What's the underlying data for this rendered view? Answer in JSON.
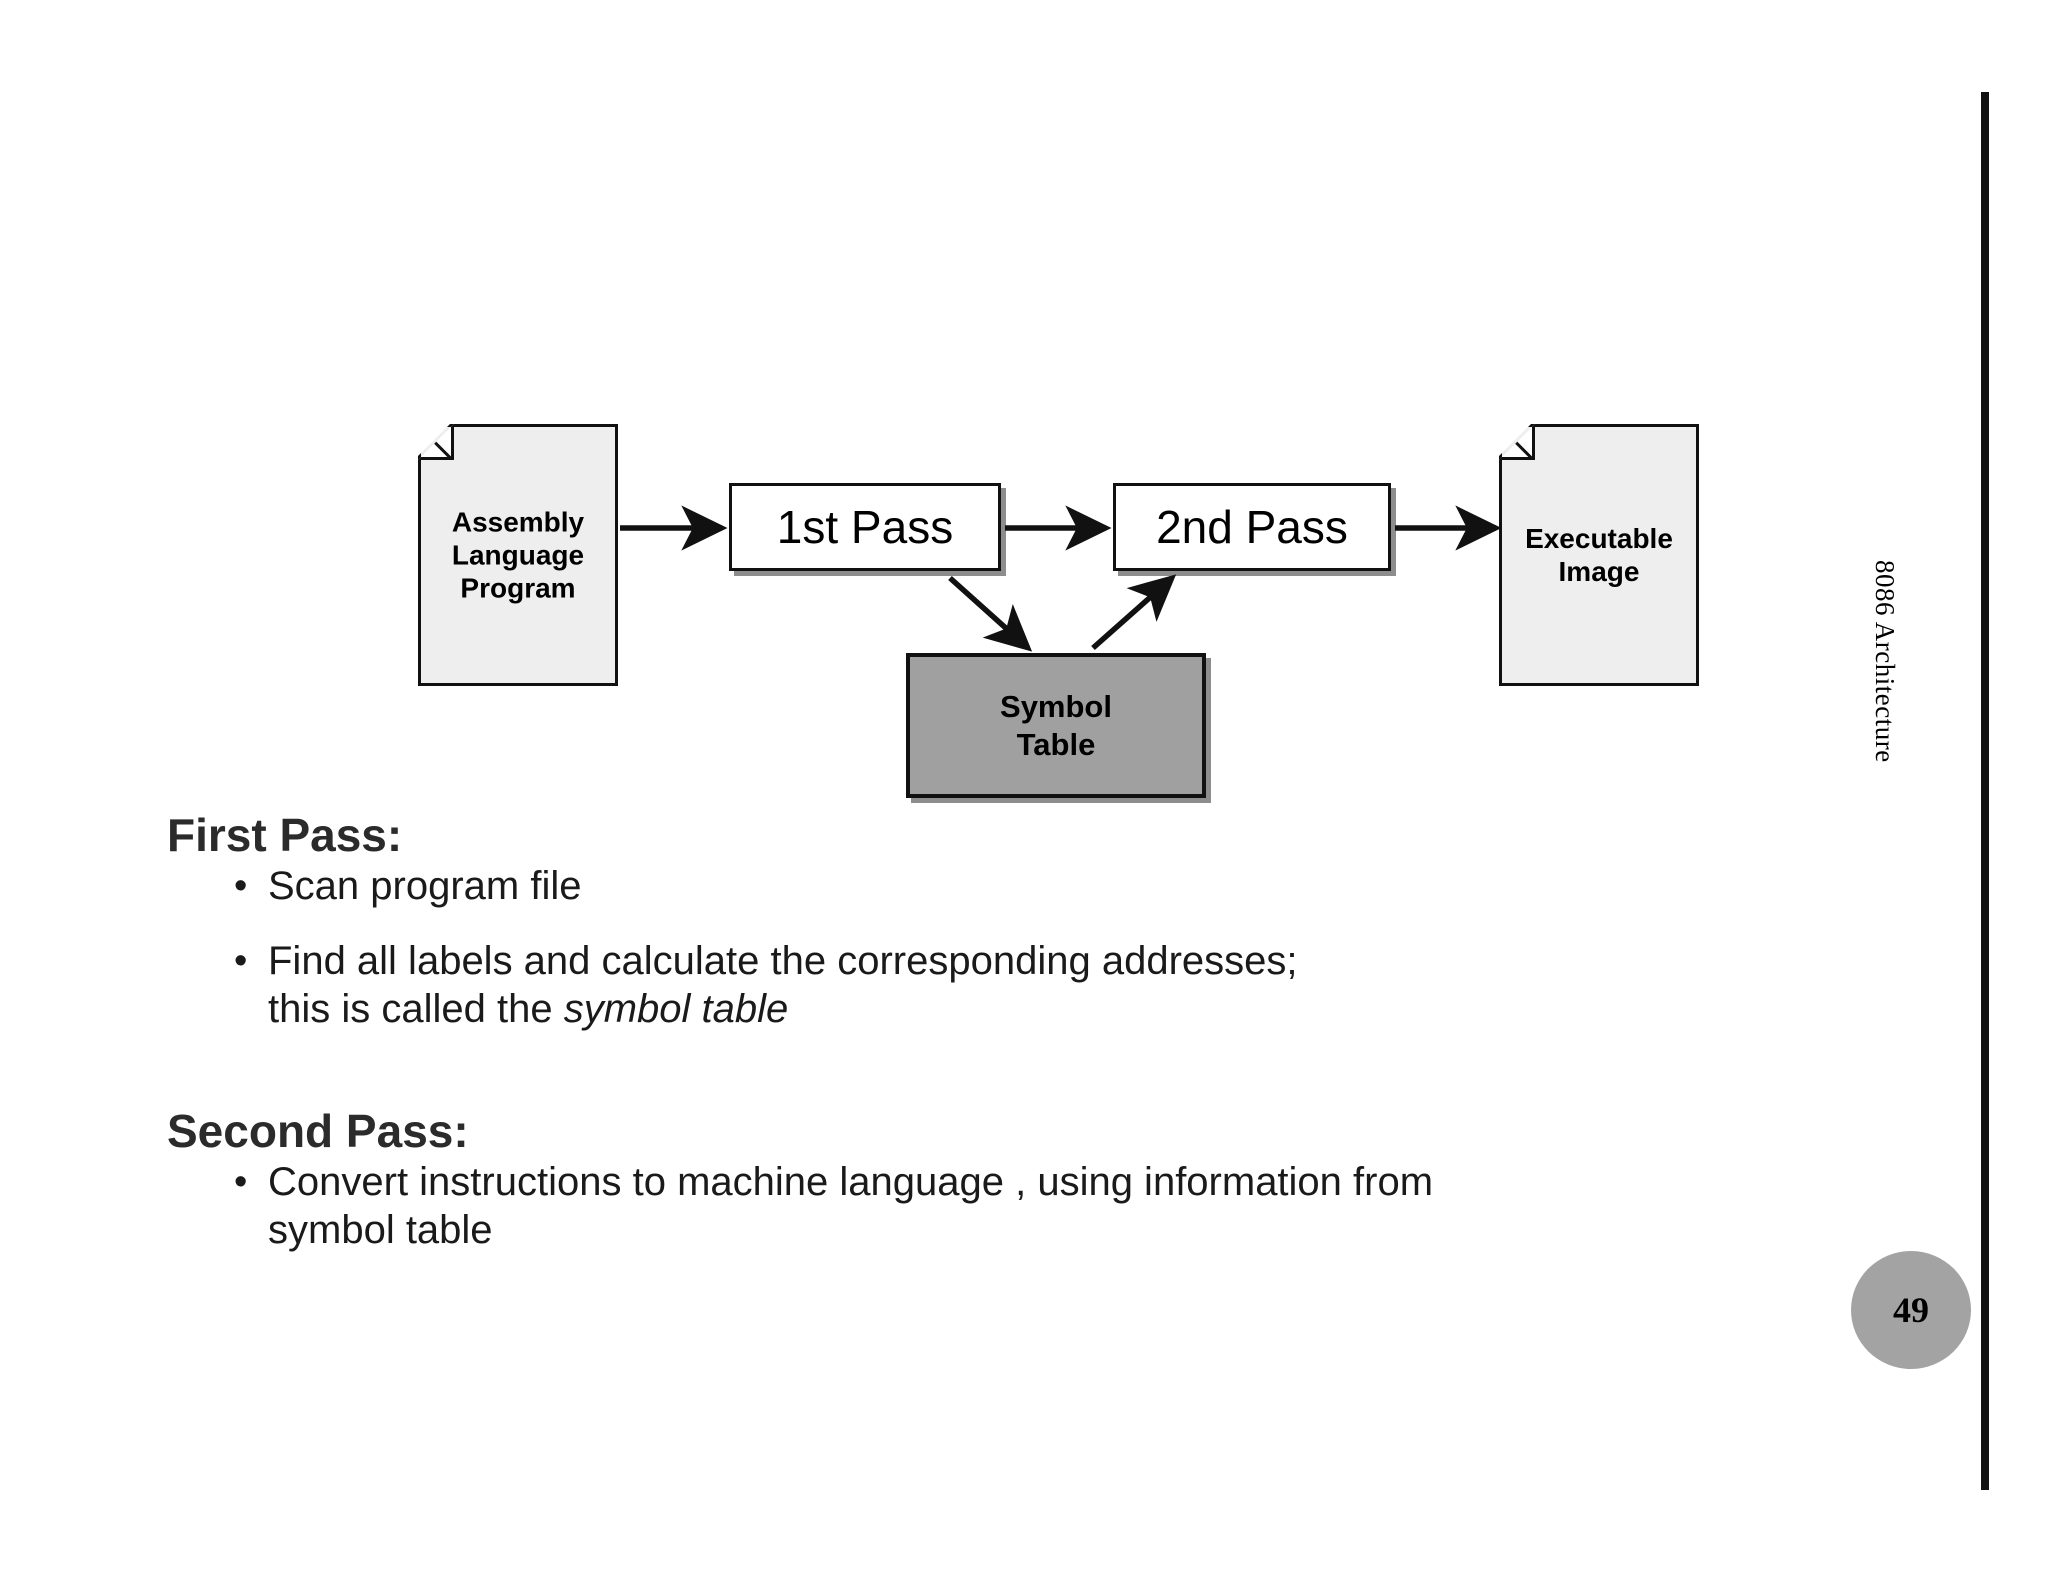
{
  "slide": {
    "side_caption": "8086 Architecture",
    "page_number": "49",
    "badge_color": "#a3a3a3",
    "rule_color": "#111111"
  },
  "diagram": {
    "type": "flowchart",
    "nodes": [
      {
        "id": "assembly-source",
        "shape": "document",
        "lines": [
          "Assembly",
          "Language",
          "Program"
        ],
        "fill": "#eeeeee",
        "stroke": "#111111"
      },
      {
        "id": "first-pass",
        "shape": "process",
        "label": "1st Pass",
        "fill": "#ffffff",
        "stroke": "#111111"
      },
      {
        "id": "second-pass",
        "shape": "process",
        "label": "2nd Pass",
        "fill": "#ffffff",
        "stroke": "#111111"
      },
      {
        "id": "symbol-table",
        "shape": "data-store",
        "lines": [
          "Symbol",
          "Table"
        ],
        "fill": "#a0a0a0",
        "stroke": "#111111"
      },
      {
        "id": "executable-image",
        "shape": "document",
        "lines": [
          "Executable",
          "Image"
        ],
        "fill": "#eeeeee",
        "stroke": "#111111"
      }
    ],
    "edges": [
      {
        "from": "assembly-source",
        "to": "first-pass",
        "style": "arrow"
      },
      {
        "from": "first-pass",
        "to": "second-pass",
        "style": "arrow"
      },
      {
        "from": "second-pass",
        "to": "executable-image",
        "style": "arrow"
      },
      {
        "from": "first-pass",
        "to": "symbol-table",
        "style": "arrow"
      },
      {
        "from": "symbol-table",
        "to": "second-pass",
        "style": "arrow"
      }
    ]
  },
  "content": {
    "first_pass": {
      "heading": "First Pass:",
      "bullets": [
        {
          "marker": "•",
          "text": "Scan program file"
        },
        {
          "marker": "•",
          "line1": "Find all labels and calculate the corresponding addresses;",
          "line2_prefix": "this is called the ",
          "line2_italic": "symbol table"
        }
      ]
    },
    "second_pass": {
      "heading": "Second Pass:",
      "bullets": [
        {
          "marker": "•",
          "line1": "Convert instructions to machine language , using information from",
          "line2": "symbol table"
        }
      ]
    }
  }
}
